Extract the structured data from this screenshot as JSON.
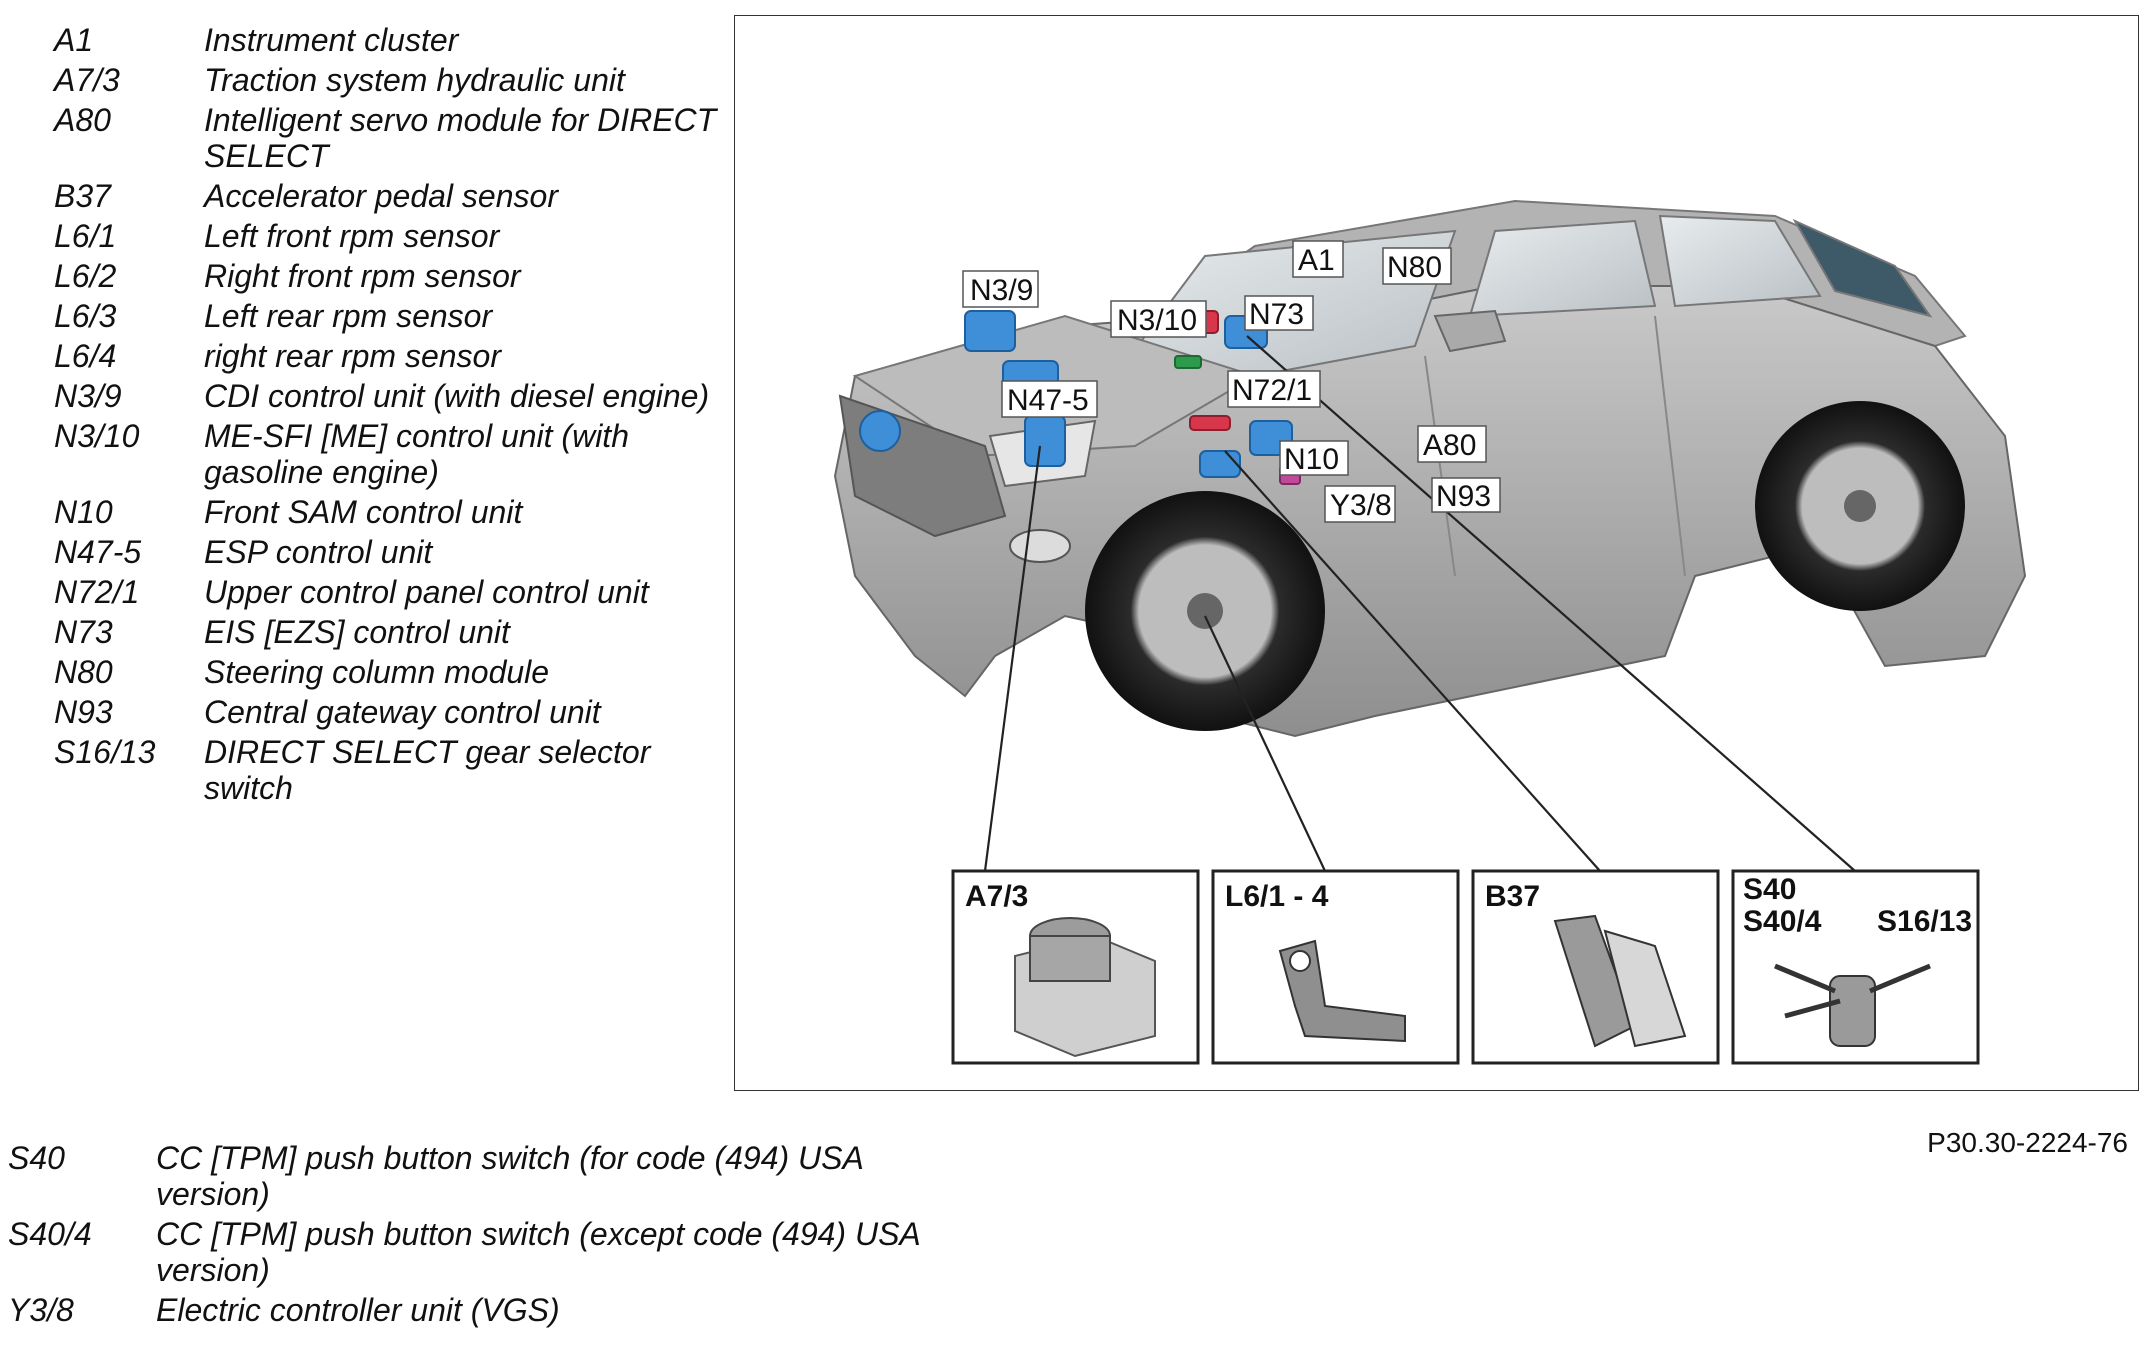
{
  "legend_top": [
    {
      "code": "A1",
      "desc": "Instrument cluster"
    },
    {
      "code": "A7/3",
      "desc": "Traction system hydraulic unit"
    },
    {
      "code": "A80",
      "desc": "Intelligent servo module for DIRECT SELECT"
    },
    {
      "code": "B37",
      "desc": "Accelerator pedal sensor"
    },
    {
      "code": "L6/1",
      "desc": "Left front rpm sensor"
    },
    {
      "code": "L6/2",
      "desc": "Right front rpm sensor"
    },
    {
      "code": "L6/3",
      "desc": "Left rear rpm sensor"
    },
    {
      "code": "L6/4",
      "desc": "right rear rpm sensor"
    },
    {
      "code": "N3/9",
      "desc": "CDI control unit (with diesel engine)"
    },
    {
      "code": "N3/10",
      "desc": "ME-SFI [ME] control unit (with gasoline engine)"
    },
    {
      "code": "N10",
      "desc": "Front SAM control unit"
    },
    {
      "code": "N47-5",
      "desc": "ESP control unit"
    },
    {
      "code": "N72/1",
      "desc": "Upper control panel control unit"
    },
    {
      "code": "N73",
      "desc": "EIS [EZS] control unit"
    },
    {
      "code": "N80",
      "desc": "Steering column module"
    },
    {
      "code": "N93",
      "desc": "Central gateway control unit"
    },
    {
      "code": "S16/13",
      "desc": "DIRECT SELECT gear selector switch"
    }
  ],
  "legend_bottom": [
    {
      "code": "S40",
      "desc": "CC [TPM] push button switch (for code (494) USA version)"
    },
    {
      "code": "S40/4",
      "desc": "CC [TPM] push button switch (except code (494) USA version)"
    },
    {
      "code": "Y3/8",
      "desc": "Electric controller unit (VGS)"
    }
  ],
  "figure": {
    "reference": "P30.30-2224-76",
    "callouts": {
      "n3_9": "N3/9",
      "n3_10": "N3/10",
      "n73": "N73",
      "a1": "A1",
      "n80": "N80",
      "n72_1": "N72/1",
      "n47_5": "N47-5",
      "n10": "N10",
      "a80": "A80",
      "y3_8": "Y3/8",
      "n93": "N93"
    },
    "insets": {
      "a7_3": "A7/3",
      "l6": "L6/1 - 4",
      "b37": "B37",
      "s40": "S40",
      "s40_4": "S40/4",
      "s16_13": "S16/13"
    }
  },
  "colors": {
    "component_blue": "#3f8fd8",
    "component_red": "#d8364a",
    "component_green": "#2e9a4c",
    "component_pink": "#c04a9a",
    "car_body": "#a9a9a9"
  }
}
